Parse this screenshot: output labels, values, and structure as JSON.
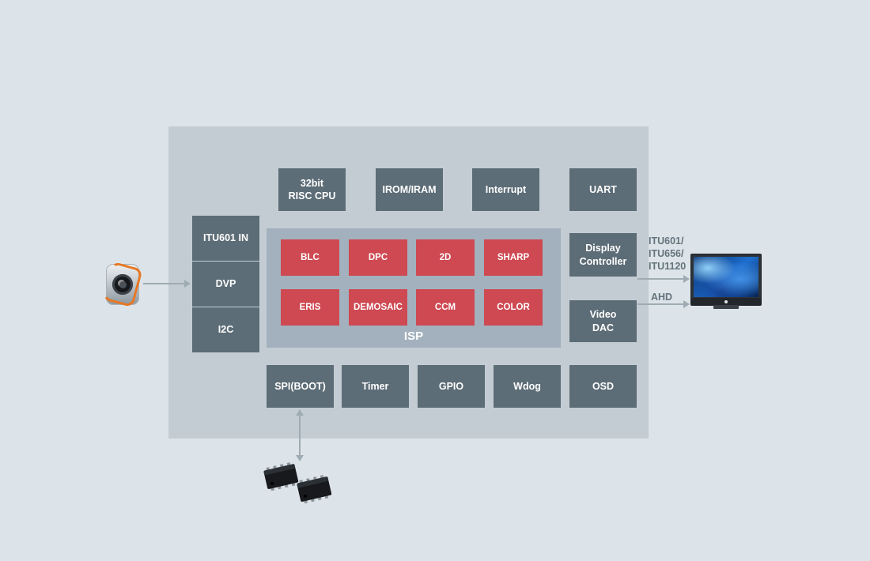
{
  "colors": {
    "background": "#dde4e9",
    "panel": "#c3ccd3",
    "block": "#5d6d77",
    "isp_container": "#a2b1bd",
    "isp_block": "#ce4952",
    "arrow": "#9fabb3",
    "annotation_text": "#64737c",
    "camera_accent": "#e87722"
  },
  "blocks": {
    "top": [
      "32bit\nRISC CPU",
      "IROM/IRAM",
      "Interrupt",
      "UART"
    ],
    "left": [
      "ITU601 IN",
      "DVP",
      "I2C"
    ],
    "isp_title": "ISP",
    "isp_row1": [
      "BLC",
      "DPC",
      "2D",
      "SHARP"
    ],
    "isp_row2": [
      "ERIS",
      "DEMOSAIC",
      "CCM",
      "COLOR"
    ],
    "right": [
      "Display\nController",
      "Video\nDAC"
    ],
    "bottom": [
      "SPI(BOOT)",
      "Timer",
      "GPIO",
      "Wdog",
      "OSD"
    ]
  },
  "annotations": {
    "itu_outputs": "ITU601/\nITU656/\nITU1120",
    "ahd": "AHD"
  },
  "icons": {
    "input": "camera-icon",
    "output": "monitor-icon",
    "storage": "spi-flash-chips-icon"
  }
}
